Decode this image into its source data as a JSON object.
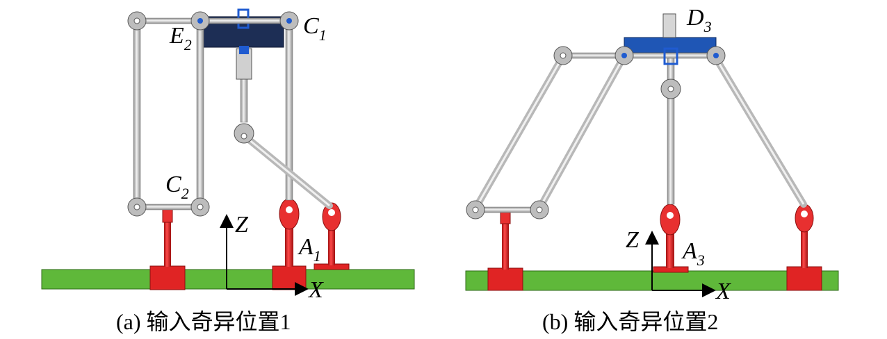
{
  "panel_a": {
    "caption": "(a) 输入奇异位置1",
    "labels": {
      "E": "E",
      "E_sub": "2",
      "C1": "C",
      "C1_sub": "1",
      "C2": "C",
      "C2_sub": "2",
      "A1": "A",
      "A1_sub": "1",
      "axis_z": "Z",
      "axis_x": "X"
    }
  },
  "panel_b": {
    "caption": "(b) 输入奇异位置2",
    "labels": {
      "D3": "D",
      "D3_sub": "3",
      "A3": "A",
      "A3_sub": "3",
      "axis_z": "Z",
      "axis_x": "X"
    }
  },
  "colors": {
    "ground": "#5fb83a",
    "base": "#e02424",
    "link": "#c9c9c9",
    "platform_a": "#1d2e55",
    "platform_b": "#1f56b5"
  }
}
